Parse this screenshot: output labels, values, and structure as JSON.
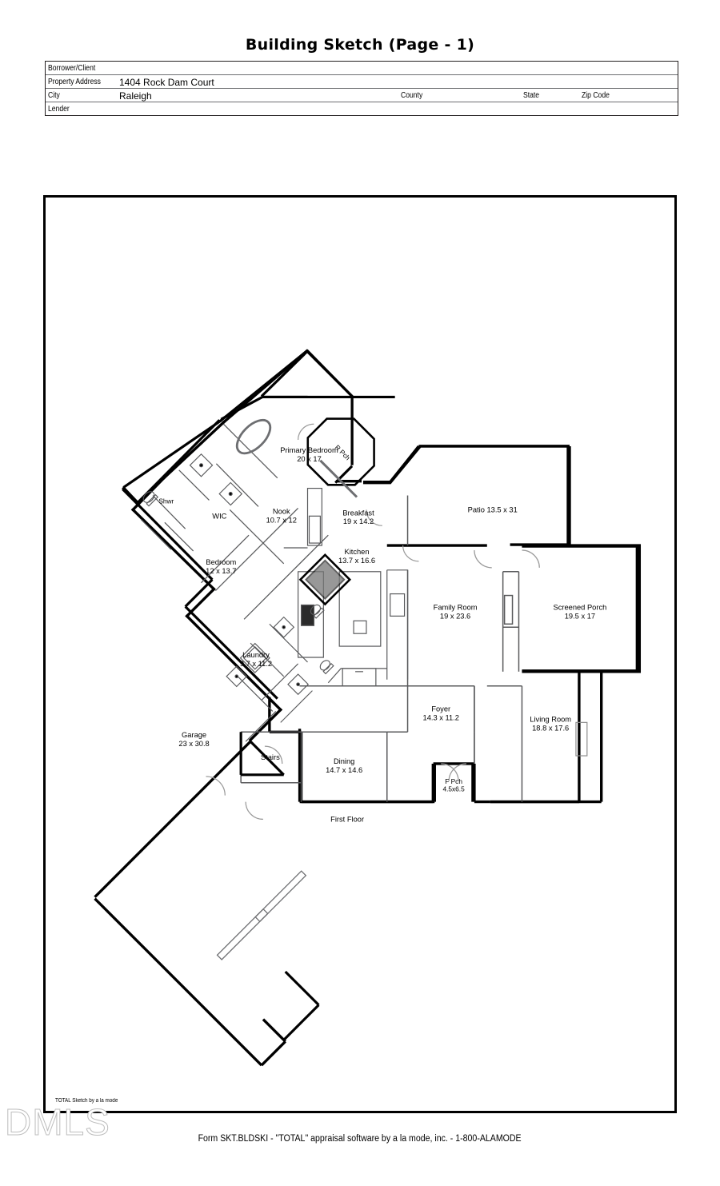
{
  "document": {
    "title": "Building Sketch (Page - 1)",
    "footer_form": "Form SKT.BLDSKI - \"TOTAL\" appraisal software by a la mode, inc. - 1-800-ALAMODE",
    "watermark": "DMLS",
    "sketch_credit": "TOTAL Sketch by a la mode"
  },
  "header": {
    "rows": [
      {
        "label": "Borrower/Client",
        "value": ""
      },
      {
        "label": "Property Address",
        "value": "1404 Rock Dam Court"
      },
      {
        "label": "City",
        "value": "Raleigh",
        "label2": "County",
        "value2": "",
        "label3": "State",
        "value3": "",
        "label4": "Zip Code",
        "value4": ""
      },
      {
        "label": "Lender",
        "value": ""
      }
    ],
    "borrower_label": "Borrower/Client",
    "borrower_value": "",
    "address_label": "Property Address",
    "address_value": "1404 Rock Dam Court",
    "city_label": "City",
    "city_value": "Raleigh",
    "county_label": "County",
    "county_value": "",
    "state_label": "State",
    "state_value": "",
    "zip_label": "Zip Code",
    "zip_value": "",
    "lender_label": "Lender",
    "lender_value": ""
  },
  "floorplan": {
    "floor_label": "First Floor",
    "rooms": [
      {
        "id": "primary-bedroom",
        "name": "Primary Bedroom",
        "dimensions": "20 x 17"
      },
      {
        "id": "shwr",
        "name": "Shwr",
        "dimensions": ""
      },
      {
        "id": "wic",
        "name": "WIC",
        "dimensions": ""
      },
      {
        "id": "bedroom",
        "name": "Bedroom",
        "dimensions": "12 x 13.7"
      },
      {
        "id": "nook",
        "name": "Nook",
        "dimensions": "10.7 x 12"
      },
      {
        "id": "rear-porch",
        "name": "R Pch",
        "dimensions": ""
      },
      {
        "id": "breakfast",
        "name": "Breakfast",
        "dimensions": "19 x 14.2"
      },
      {
        "id": "patio",
        "name": "Patio 13.5 x 31",
        "dimensions": ""
      },
      {
        "id": "kitchen",
        "name": "Kitchen",
        "dimensions": "13.7 x 16.6"
      },
      {
        "id": "family-room",
        "name": "Family Room",
        "dimensions": "19 x 23.6"
      },
      {
        "id": "screened-porch",
        "name": "Screened Porch",
        "dimensions": "19.5 x 17"
      },
      {
        "id": "laundry",
        "name": "Laundry",
        "dimensions": "9.7 x 11.2"
      },
      {
        "id": "garage",
        "name": "Garage",
        "dimensions": "23 x 30.8"
      },
      {
        "id": "stairs",
        "name": "Stairs",
        "dimensions": ""
      },
      {
        "id": "dining",
        "name": "Dining",
        "dimensions": "14.7 x 14.6"
      },
      {
        "id": "foyer",
        "name": "Foyer",
        "dimensions": "14.3 x 11.2"
      },
      {
        "id": "living-room",
        "name": "Living Room",
        "dimensions": "18.8 x 17.6"
      },
      {
        "id": "front-porch",
        "name": "F Pch",
        "dimensions": "4.5x6.5"
      }
    ],
    "colors": {
      "wall": "#000000",
      "interior": "#58595b",
      "background": "#ffffff"
    }
  }
}
